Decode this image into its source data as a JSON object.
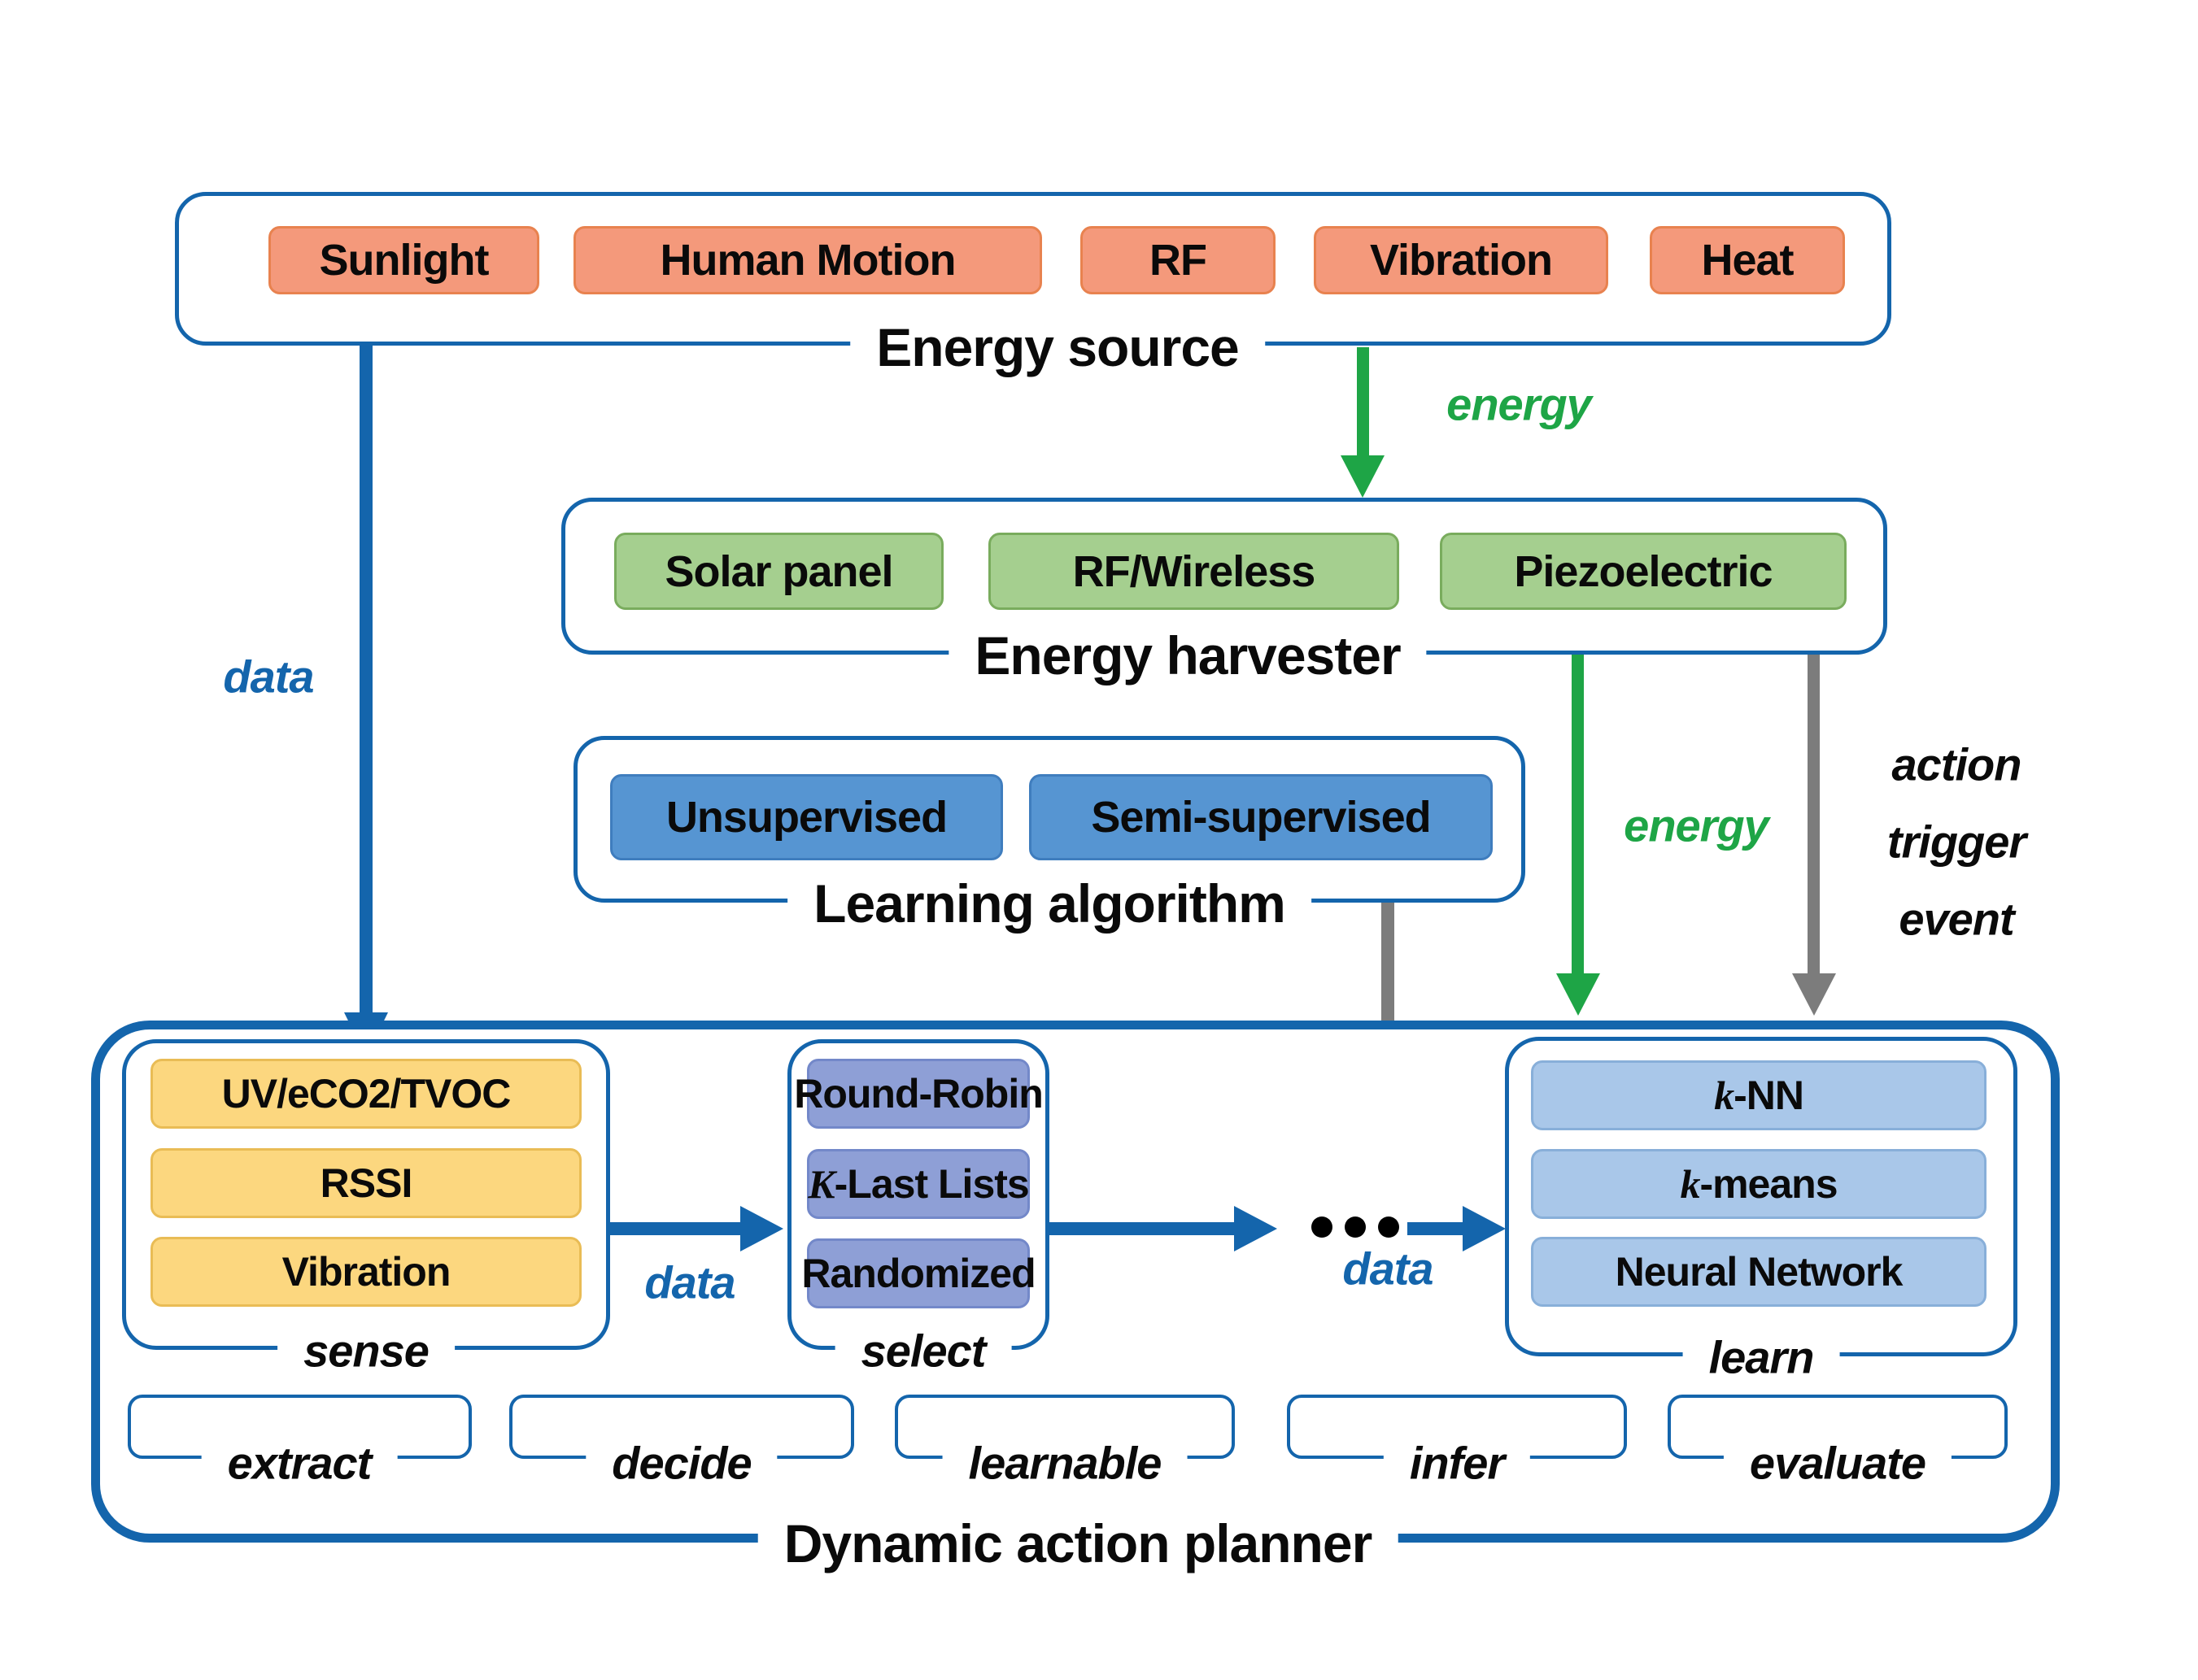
{
  "colors": {
    "diagram_blue": "#1465AC",
    "energy_green": "#1EA546",
    "trigger_gray": "#7C7C7C",
    "source_fill": "#F4997B",
    "harvester_fill": "#A5CF8F",
    "algorithm_fill": "#5695D2",
    "sense_fill": "#FCD77F",
    "select_fill": "#8E9FD6",
    "learn_fill": "#A9C7E9"
  },
  "energy_source": {
    "label": "Energy source",
    "items": [
      "Sunlight",
      "Human Motion",
      "RF",
      "Vibration",
      "Heat"
    ]
  },
  "energy_harvester": {
    "label": "Energy harvester",
    "items": [
      "Solar panel",
      "RF/Wireless",
      "Piezoelectric"
    ]
  },
  "learning_algorithm": {
    "label": "Learning algorithm",
    "items": [
      "Unsupervised",
      "Semi-supervised"
    ]
  },
  "arrows": {
    "data_source_to_planner": "data",
    "energy_source_to_harvester": "energy",
    "energy_harvester_to_planner": "energy",
    "action_trigger": [
      "action",
      "trigger",
      "event"
    ],
    "data_sense_to_select": "data",
    "data_select_to_learn": "data"
  },
  "planner": {
    "label": "Dynamic action planner",
    "sense": {
      "label": "sense",
      "items": [
        "UV/eCO2/TVOC",
        "RSSI",
        "Vibration"
      ]
    },
    "select": {
      "label": "select",
      "items": [
        {
          "prefix": "",
          "rest": "Round-Robin"
        },
        {
          "prefix": "K",
          "rest": "-Last Lists"
        },
        {
          "prefix": "",
          "rest": "Randomized"
        }
      ]
    },
    "learn": {
      "label": "learn",
      "items": [
        {
          "prefix": "k",
          "rest": "-NN"
        },
        {
          "prefix": "k",
          "rest": "-means"
        },
        {
          "prefix": "",
          "rest": "Neural Network"
        }
      ]
    },
    "stages": [
      "extract",
      "decide",
      "learnable",
      "infer",
      "evaluate"
    ]
  }
}
